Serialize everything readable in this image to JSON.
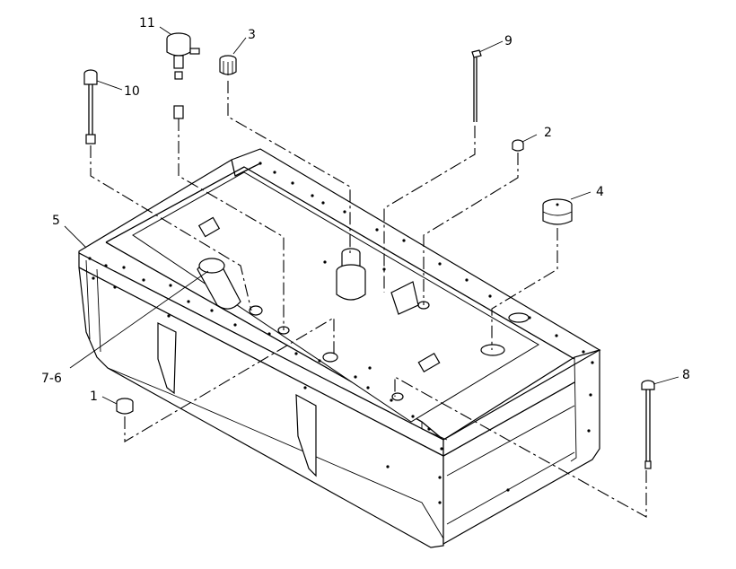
{
  "callouts": {
    "c1": "1",
    "c2": "2",
    "c3": "3",
    "c4": "4",
    "c5": "5",
    "c76": "7-6",
    "c8": "8",
    "c9": "9",
    "c10": "10",
    "c11": "11"
  }
}
